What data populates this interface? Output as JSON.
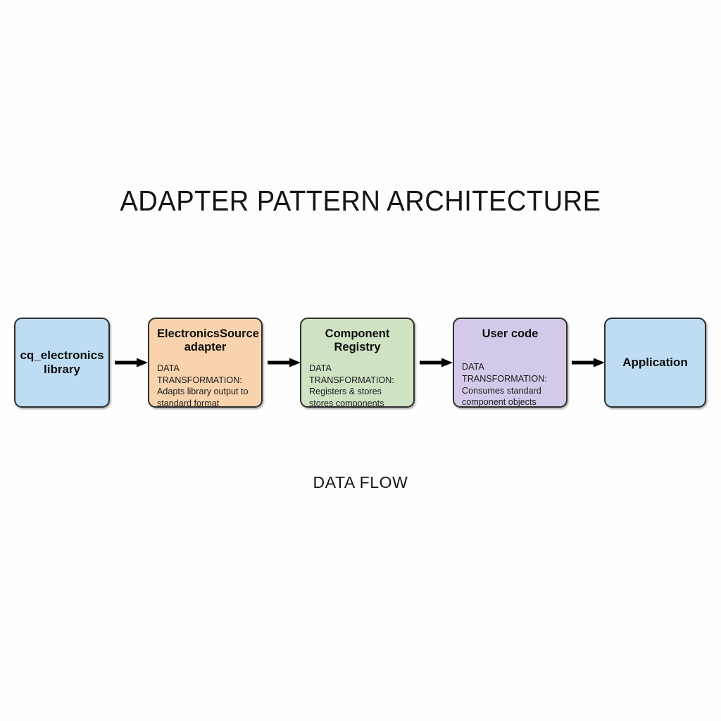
{
  "diagram": {
    "title": "ADAPTER PATTERN ARCHITECTURE",
    "caption": "DATA FLOW",
    "background_color": "#fefefe",
    "border_color": "#2f2f2f",
    "arrow_color": "#000000"
  },
  "nodes": [
    {
      "id": "source",
      "title": "cq_electronics library",
      "title_line_1": "cq_electronics",
      "title_line_2": "library",
      "detail_label": "",
      "detail_line_1": "",
      "detail_line_2": "",
      "fill_color": "#bedcf2",
      "kind": "simple"
    },
    {
      "id": "adapter",
      "title": "ElectronicsSource adapter",
      "title_line_1": "ElectronicsSource",
      "title_line_2": "adapter",
      "detail_label": "DATA TRANSFORMATION:",
      "detail_line_1": "Adapts library output to",
      "detail_line_2": "standard format",
      "fill_color": "#f8d3ae",
      "kind": "detailed"
    },
    {
      "id": "registry",
      "title": "Component Registry",
      "title_line_1": "Component",
      "title_line_2": "Registry",
      "detail_label": "DATA TRANSFORMATION:",
      "detail_line_1": "Registers & stores",
      "detail_line_2": "stores components",
      "fill_color": "#cfe3c3",
      "kind": "detailed"
    },
    {
      "id": "usercode",
      "title": "User code",
      "title_line_1": "User code",
      "title_line_2": "",
      "detail_label": "DATA TRANSFORMATION:",
      "detail_line_1": "Consumes standard",
      "detail_line_2": "component objects",
      "fill_color": "#d5c9e9",
      "kind": "detailed"
    },
    {
      "id": "application",
      "title": "Application",
      "title_line_1": "Application",
      "title_line_2": "",
      "detail_label": "",
      "detail_line_1": "",
      "detail_line_2": "",
      "fill_color": "#bedcf2",
      "kind": "simple"
    }
  ],
  "arrows": [
    {
      "id": "arrow-1",
      "from": "source",
      "to": "adapter",
      "icon": "arrow-right-icon"
    },
    {
      "id": "arrow-2",
      "from": "adapter",
      "to": "registry",
      "icon": "arrow-right-icon"
    },
    {
      "id": "arrow-3",
      "from": "registry",
      "to": "usercode",
      "icon": "arrow-right-icon"
    },
    {
      "id": "arrow-4",
      "from": "usercode",
      "to": "application",
      "icon": "arrow-right-icon"
    }
  ]
}
